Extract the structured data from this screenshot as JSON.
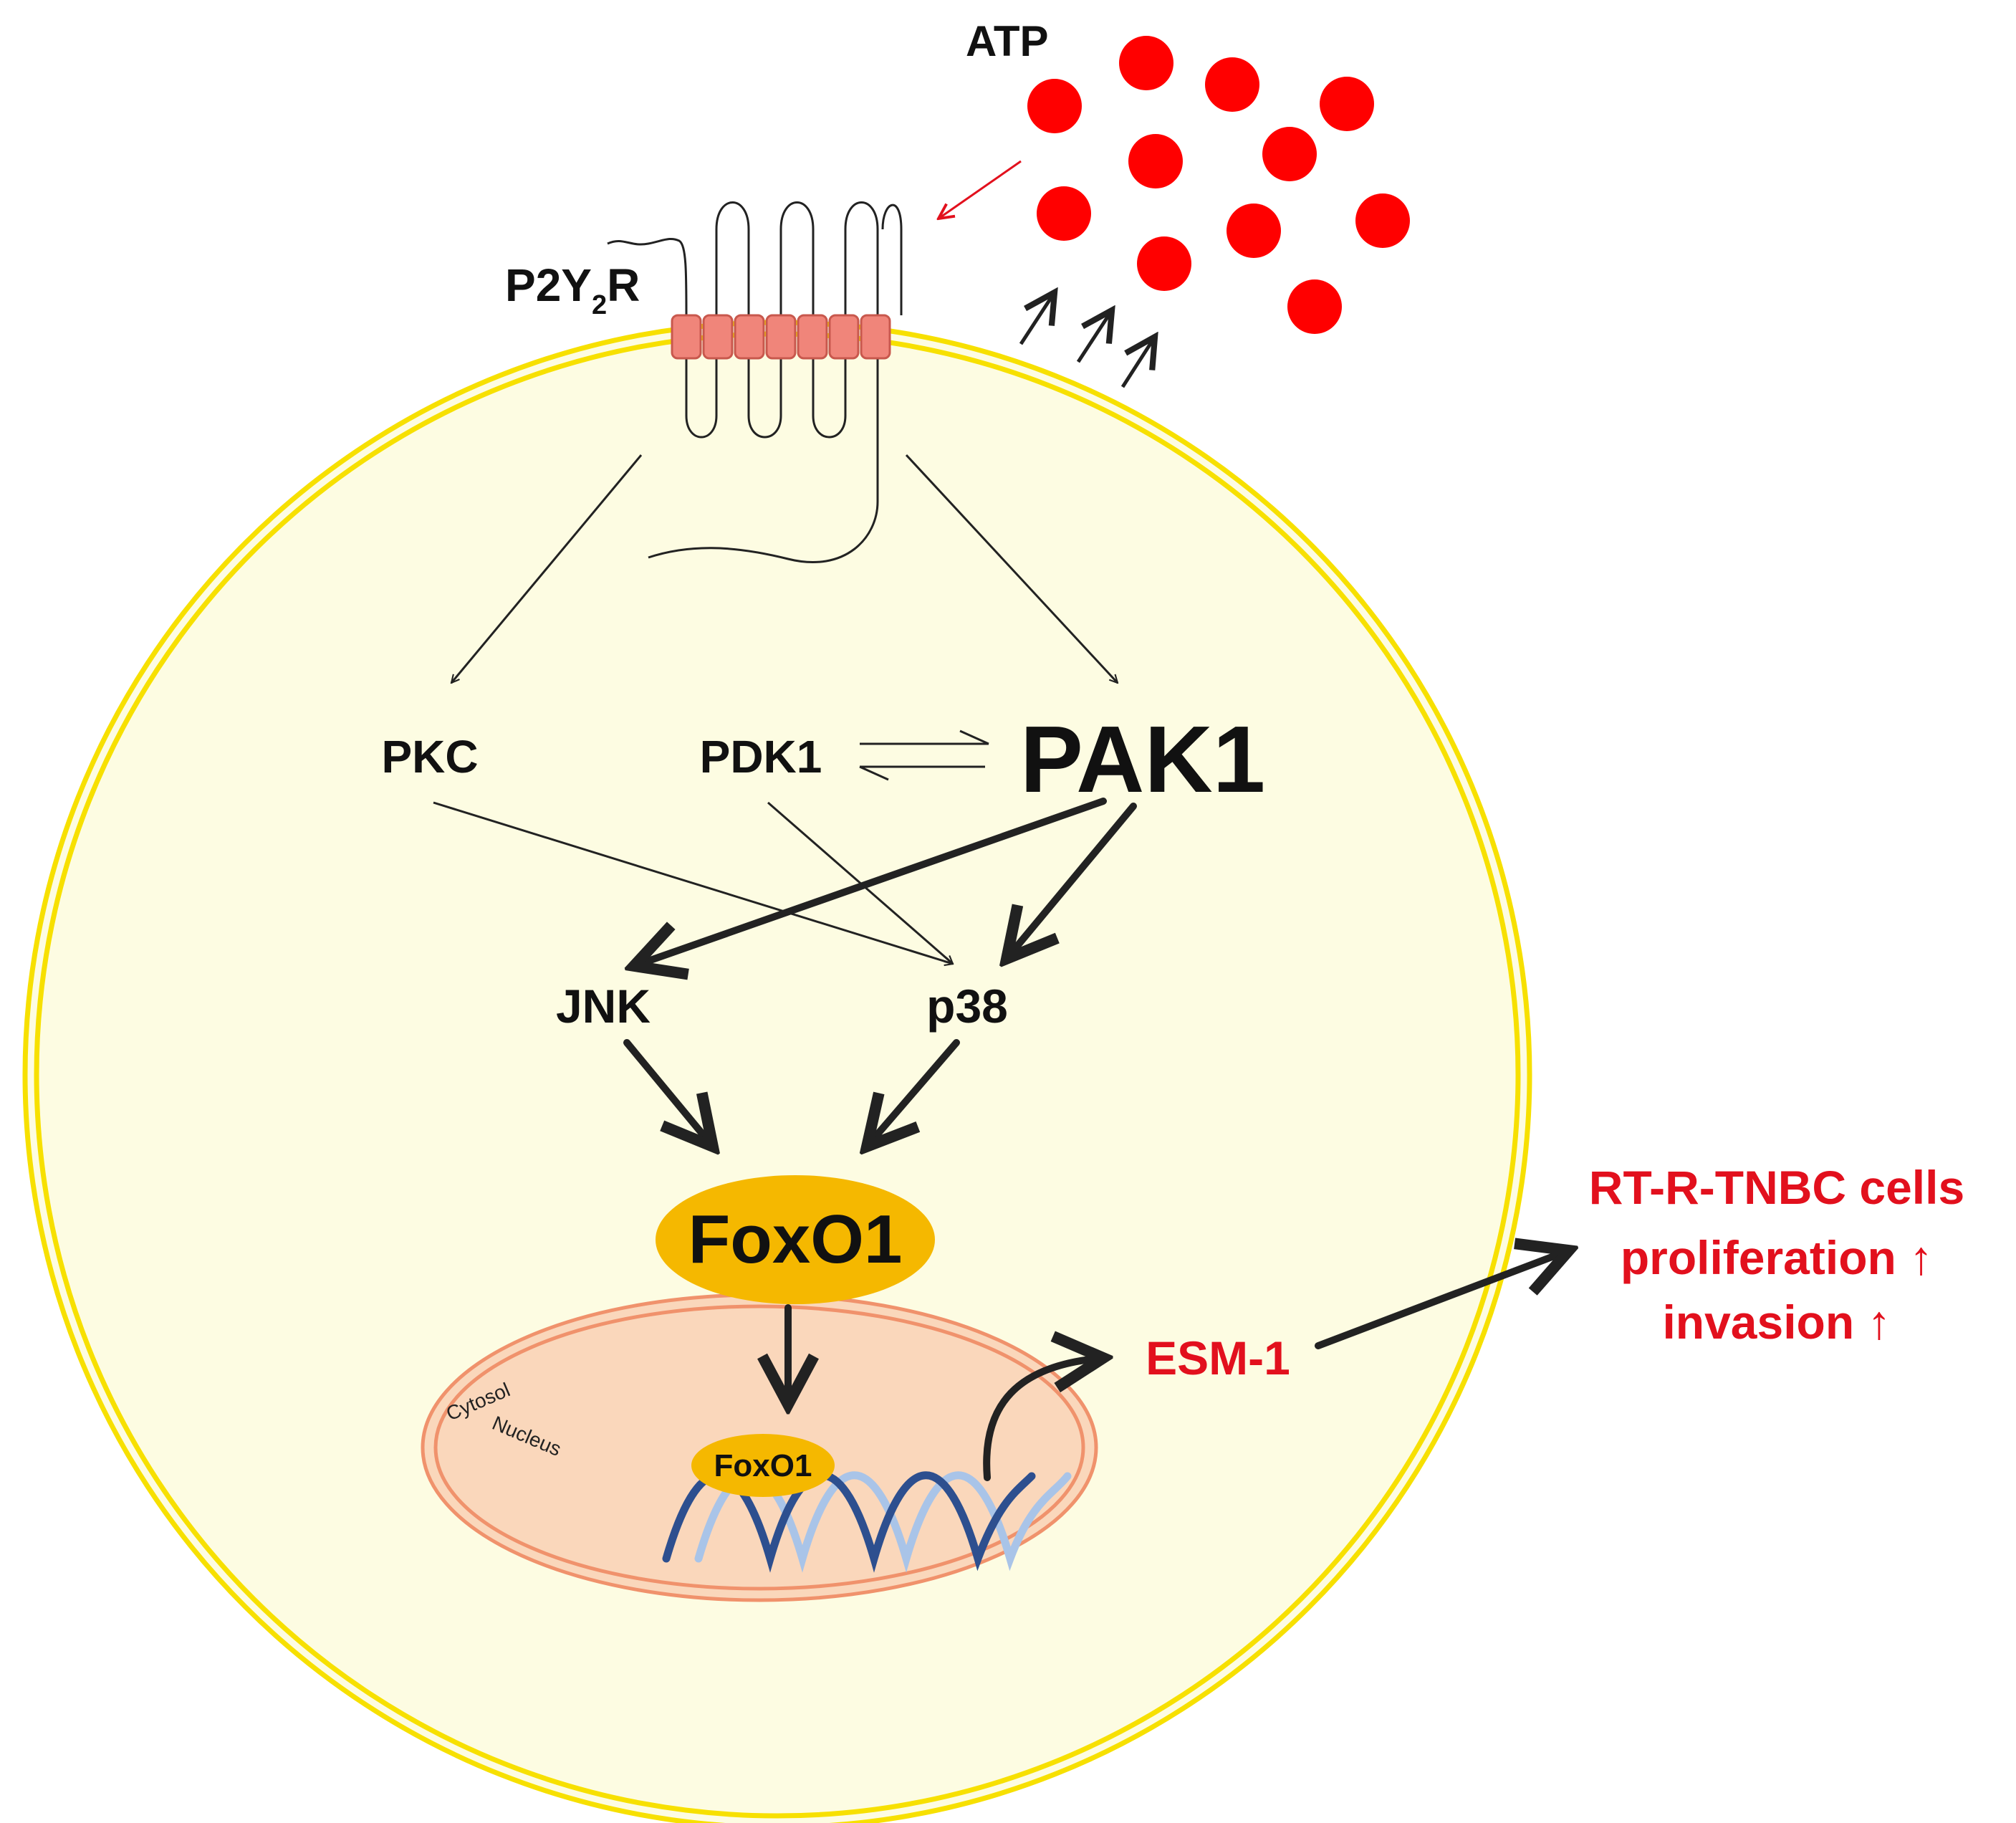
{
  "colors": {
    "cell_fill": "#fdfce2",
    "membrane": "#f7e000",
    "atp_dot": "#ff0000",
    "receptor_segment": "#f0857a",
    "nucleus_fill": "#fad7bb",
    "nucleus_outline": "#f0926c",
    "foxo1_fill": "#f5b800",
    "dna_dark": "#2d4f8f",
    "dna_light": "#a9c4e8",
    "output_text": "#e2101d"
  },
  "labels": {
    "atp": "ATP",
    "receptor_main": "P2Y",
    "receptor_sub": "2",
    "receptor_end": "R",
    "pkc": "PKC",
    "pdk1": "PDK1",
    "pak1": "PAK1",
    "jnk": "JNK",
    "p38": "p38",
    "foxo1_cytosol": "FoxO1",
    "foxo1_nucleus": "FoxO1",
    "cytosol": "Cytosol",
    "nucleus": "Nucleus",
    "esm1": "ESM-1"
  },
  "outcome": {
    "line1": "RT-R-TNBC cells",
    "line2": "proliferation ↑",
    "line3": "invasion ↑"
  },
  "icons": {
    "atp_molecules": "red-dot-icon",
    "receptor": "seven-transmembrane-receptor-icon",
    "dna": "double-helix-icon"
  }
}
